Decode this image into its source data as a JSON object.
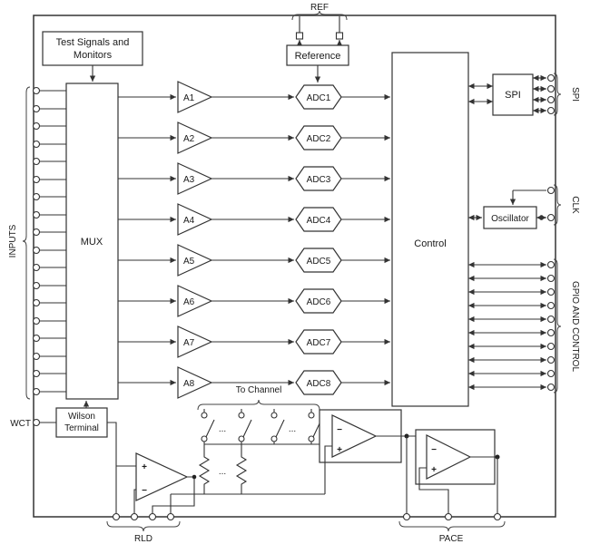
{
  "blocks": {
    "test_signals_line1": "Test Signals and",
    "test_signals_line2": "Monitors",
    "reference": "Reference",
    "mux": "MUX",
    "control": "Control",
    "spi": "SPI",
    "oscillator": "Oscillator",
    "wilson_line1": "Wilson",
    "wilson_line2": "Terminal"
  },
  "pins": {
    "ref": "REF",
    "inputs": "INPUTS",
    "wct": "WCT",
    "spi": "SPI",
    "clk": "CLK",
    "gpio": "GPIO AND CONTROL",
    "rld": "RLD",
    "pace": "PACE"
  },
  "channels": {
    "amps": [
      "A1",
      "A2",
      "A3",
      "A4",
      "A5",
      "A6",
      "A7",
      "A8"
    ],
    "adcs": [
      "ADC1",
      "ADC2",
      "ADC3",
      "ADC4",
      "ADC5",
      "ADC6",
      "ADC7",
      "ADC8"
    ]
  },
  "labels": {
    "to_channel": "To Channel",
    "plus": "+",
    "minus": "−",
    "ellipsis": "..."
  },
  "colors": {
    "line": "#333333",
    "background": "#ffffff"
  }
}
